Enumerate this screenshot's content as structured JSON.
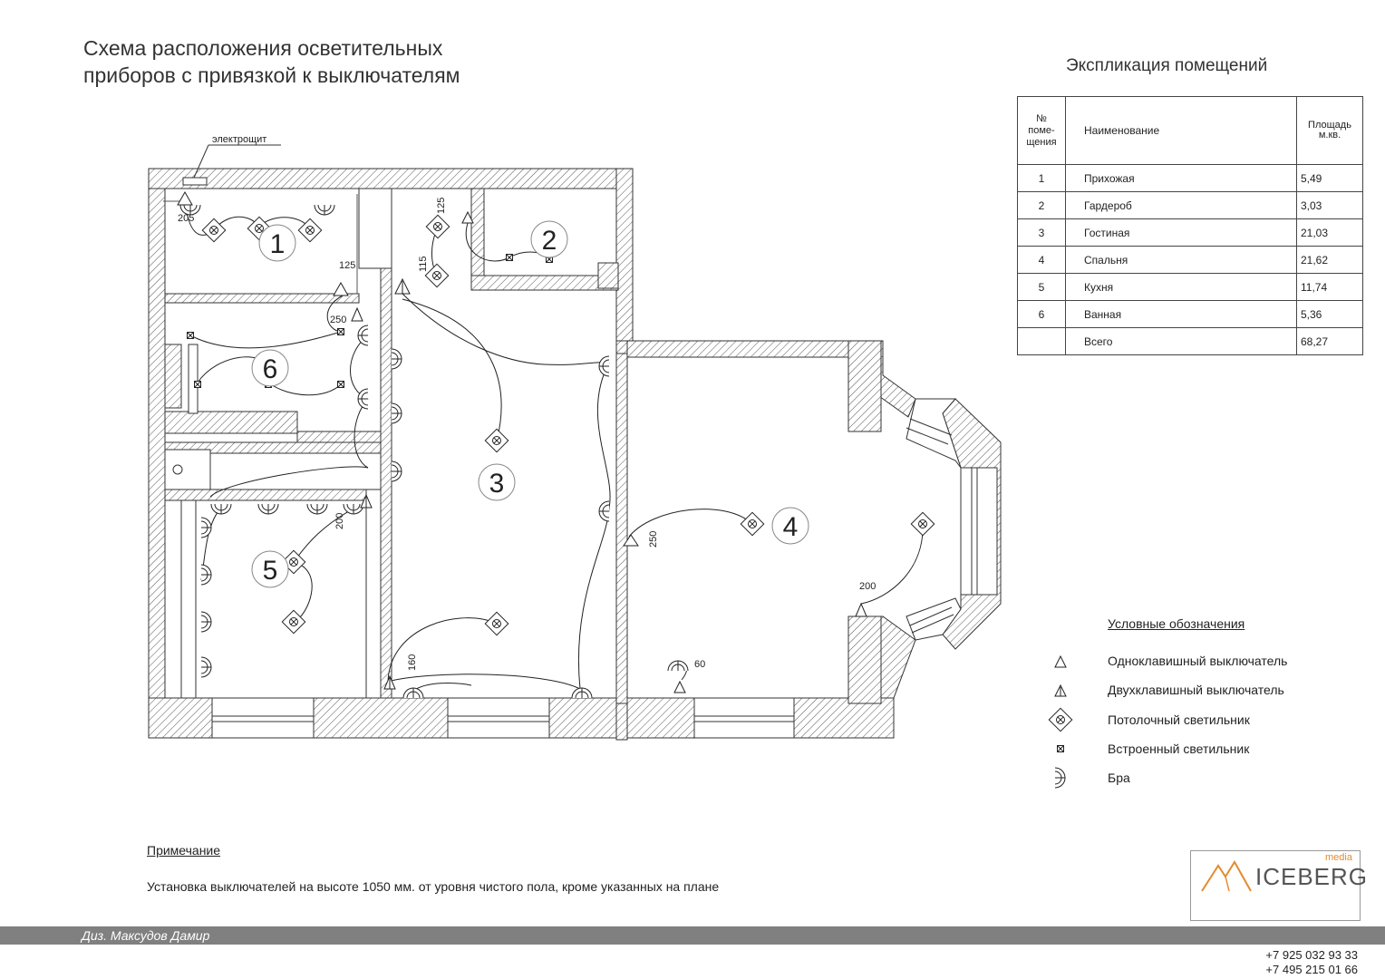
{
  "title_line1": "Схема расположения осветительных",
  "title_line2": "приборов с привязкой к выключателям",
  "panel_label": "электрощит",
  "explication": {
    "title": "Экспликация помещений",
    "head_num": "№ поме-щения",
    "head_name": "Наименование",
    "head_area": "Площадь м.кв.",
    "rows": [
      {
        "num": "1",
        "name": "Прихожая",
        "area": "5,49"
      },
      {
        "num": "2",
        "name": "Гардероб",
        "area": "3,03"
      },
      {
        "num": "3",
        "name": "Гостиная",
        "area": "21,03"
      },
      {
        "num": "4",
        "name": "Спальня",
        "area": "21,62"
      },
      {
        "num": "5",
        "name": "Кухня",
        "area": "11,74"
      },
      {
        "num": "6",
        "name": "Ванная",
        "area": "5,36"
      }
    ],
    "total_label": "Всего",
    "total_area": "68,27"
  },
  "rooms": [
    "1",
    "2",
    "3",
    "4",
    "5",
    "6"
  ],
  "dimensions": [
    "205",
    "125",
    "125",
    "115",
    "250",
    "200",
    "250",
    "200",
    "160",
    "60"
  ],
  "legend": {
    "title": "Условные обозначения",
    "items": [
      {
        "icon": "single-switch-icon",
        "label": "Одноклавишный выключатель"
      },
      {
        "icon": "double-switch-icon",
        "label": "Двухклавишный выключатель"
      },
      {
        "icon": "ceiling-light-icon",
        "label": "Потолочный светильник"
      },
      {
        "icon": "recessed-light-icon",
        "label": "Встроенный светильник"
      },
      {
        "icon": "sconce-icon",
        "label": "Бра"
      }
    ]
  },
  "note": {
    "title": "Примечание",
    "text": "Установка выключателей на высоте 1050 мм. от уровня чистого пола, кроме указанных на плане"
  },
  "logo": {
    "name": "ICEBERG",
    "sub": "media"
  },
  "footer": {
    "designer": "Диз. Максудов Дамир",
    "phone1": "+7 925 032 93 33",
    "phone2": "+7 495 215 01 66"
  },
  "colors": {
    "wall_hatch": "#555555",
    "footer_bar": "#808080",
    "logo_accent": "#e38b2f"
  }
}
